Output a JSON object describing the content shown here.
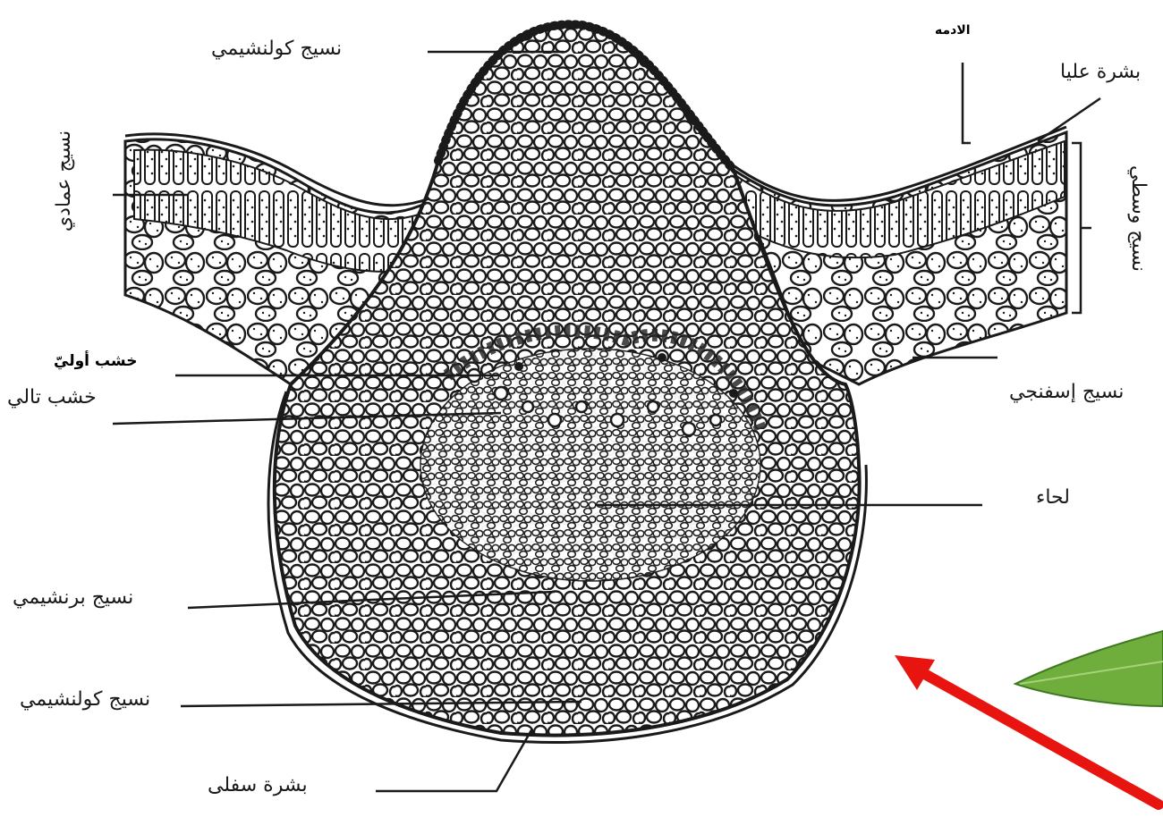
{
  "labels": {
    "collenchyma_top": "نسيج كولنشيمي",
    "cuticle": "الادمه",
    "upper_epidermis": "بشرة عليا",
    "palisade": "نسيج عمادي",
    "mesophyll": "نسيج وسطي",
    "protoxylem": "خشب أوليّ",
    "metaxylem": "خشب تالي",
    "spongy": "نسيج إسفنجي",
    "phloem": "لحاء",
    "parenchyma": "نسيج برنشيمي",
    "collenchyma_bottom": "نسيج كولنشيمي",
    "lower_epidermis": "بشرة سفلى"
  },
  "colors": {
    "line": "#1a1a1a",
    "arrow": "#e8140f",
    "leaf": "#6fae3c",
    "leaf_dark": "#3f7a22",
    "cell_fill": "#ffffff",
    "xylem": "#2a2a2a"
  }
}
